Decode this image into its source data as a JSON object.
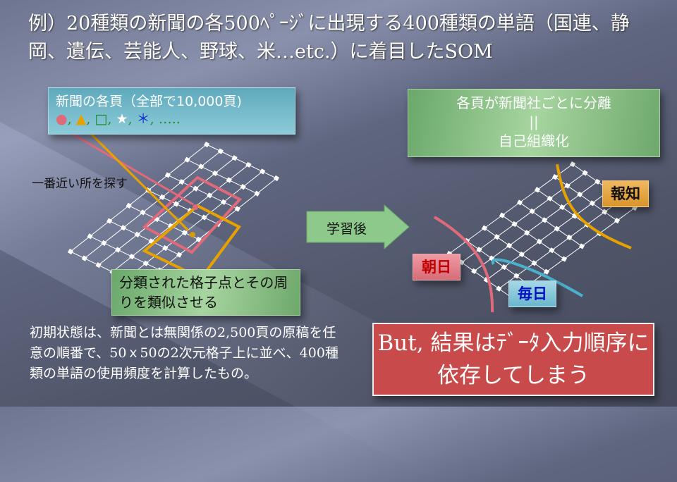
{
  "title": "例）20種類の新聞の各500ﾍﾟｰｼﾞに出現する400種類の単語（国連、静岡、遺伝、芸能人、野球、米…etc.）に着目したSOM",
  "left_box": {
    "heading": "新聞の各頁（全部で10,000頁)",
    "symbols": [
      "●",
      ",",
      "▲",
      ",",
      "□",
      ",",
      "★",
      ",",
      "＊",
      ",",
      "….."
    ]
  },
  "search_label": "一番近い所を探す",
  "classify_box": "分類された格子点とその周りを類似させる",
  "initial_text": "初期状態は、新聞とは無関係の2,500頁の原稿を任意の順番で、50ｘ50の2次元格子上に並べ、400種類の単語の使用頻度を計算したもの。",
  "arrow_label": "学習後",
  "right_box": {
    "line1": "各頁が新聞社ごとに分離",
    "line2": "||",
    "line3": "自己組織化"
  },
  "labels": {
    "hochi": "報知",
    "asahi": "朝日",
    "mainichi": "毎日"
  },
  "warning": "But, 結果はﾃﾞｰﾀ入力順序に依存してしまう",
  "colors": {
    "pink": "#e0697a",
    "orange": "#e8a200",
    "blue": "#4ab0cc",
    "warning_bg": "#c84a4a"
  }
}
